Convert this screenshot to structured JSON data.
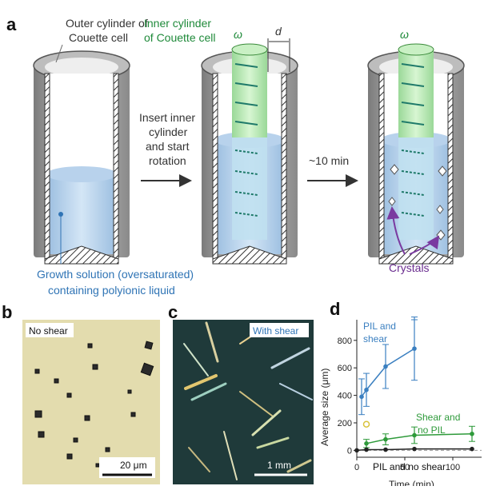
{
  "panel_a": {
    "letter": "a",
    "outer_cylinder_label": [
      "Outer cylinder of",
      "Couette cell"
    ],
    "inner_cylinder_label": [
      "Inner cylinder",
      "of Couette cell"
    ],
    "omega_symbol": "ω",
    "gap_symbol": "d",
    "step1_label": [
      "Insert inner",
      "cylinder",
      "and start",
      "rotation"
    ],
    "step2_label": "~10 min",
    "solution_label": [
      "Growth solution (oversaturated)",
      "containing polyionic liquid"
    ],
    "crystals_label": "Crystals",
    "colors": {
      "solution": "#a8c8e8",
      "inner_cylinder": "#bdeebb",
      "arrow": "#1f7a6a",
      "crystals_arrow": "#7a3aa0"
    }
  },
  "panel_b": {
    "letter": "b",
    "tag": "No shear",
    "scale_label": "20 μm"
  },
  "panel_c": {
    "letter": "c",
    "tag": "With shear",
    "scale_label": "1 mm"
  },
  "panel_d": {
    "letter": "d",
    "ylabel": "Average size (μm)",
    "xlabel": "Time (min)",
    "label_pil_shear": [
      "PIL and",
      "shear"
    ],
    "label_shear_nopil": [
      "Shear and",
      "no PIL"
    ],
    "label_pil_noshear": "PIL and no shear"
  },
  "chart_data": {
    "type": "line",
    "xlabel": "Time (min)",
    "ylabel": "Average size (μm)",
    "xlim": [
      0,
      130
    ],
    "ylim": [
      -50,
      950
    ],
    "x_ticks": [
      0,
      50,
      100
    ],
    "y_ticks": [
      0,
      200,
      400,
      600,
      800
    ],
    "series": [
      {
        "name": "PIL and shear",
        "color": "#3a7fc0",
        "x": [
          5,
          10,
          30,
          60
        ],
        "y": [
          390,
          440,
          610,
          740
        ],
        "err": [
          130,
          120,
          160,
          230
        ],
        "extra_top_cap": [
          60,
          950
        ]
      },
      {
        "name": "Shear and no PIL",
        "color": "#2e9a3a",
        "x": [
          10,
          30,
          60,
          120
        ],
        "y": [
          50,
          80,
          110,
          120
        ],
        "err": [
          30,
          40,
          60,
          55
        ]
      },
      {
        "name": "PIL and no shear",
        "color": "#222222",
        "x": [
          0,
          10,
          30,
          60,
          120
        ],
        "y": [
          0,
          5,
          5,
          10,
          10
        ],
        "err": [
          0,
          0,
          0,
          0,
          0
        ]
      }
    ],
    "outlier_point": {
      "x": 10,
      "y": 190,
      "color": "#d8c23a"
    }
  }
}
